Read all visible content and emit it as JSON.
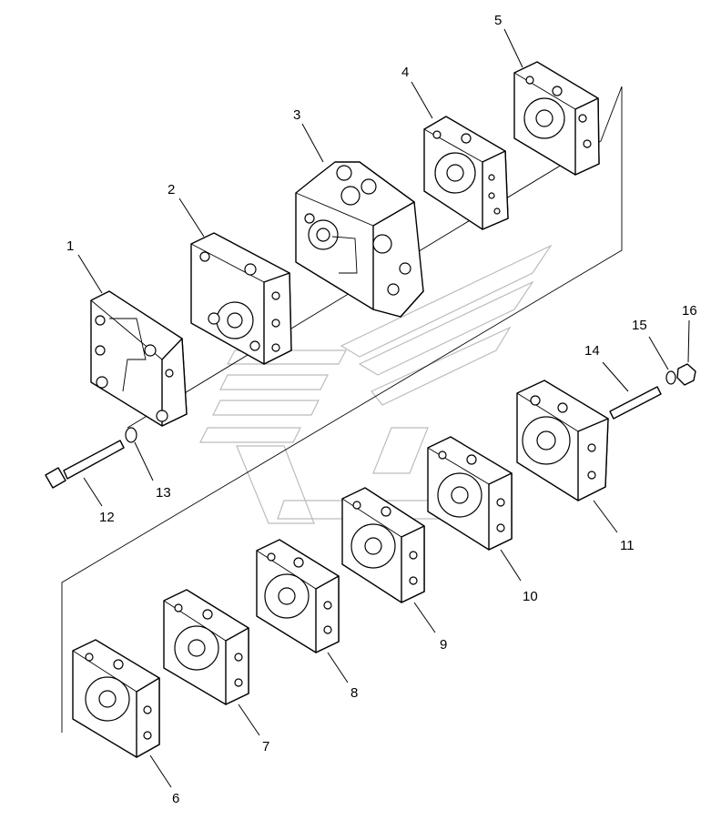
{
  "callouts": [
    {
      "id": "1",
      "label": "1"
    },
    {
      "id": "2",
      "label": "2"
    },
    {
      "id": "3",
      "label": "3"
    },
    {
      "id": "4",
      "label": "4"
    },
    {
      "id": "5",
      "label": "5"
    },
    {
      "id": "6",
      "label": "6"
    },
    {
      "id": "7",
      "label": "7"
    },
    {
      "id": "8",
      "label": "8"
    },
    {
      "id": "9",
      "label": "9"
    },
    {
      "id": "10",
      "label": "10"
    },
    {
      "id": "11",
      "label": "11"
    },
    {
      "id": "12",
      "label": "12"
    },
    {
      "id": "13",
      "label": "13"
    },
    {
      "id": "14",
      "label": "14"
    },
    {
      "id": "15",
      "label": "15"
    },
    {
      "id": "16",
      "label": "16"
    }
  ]
}
